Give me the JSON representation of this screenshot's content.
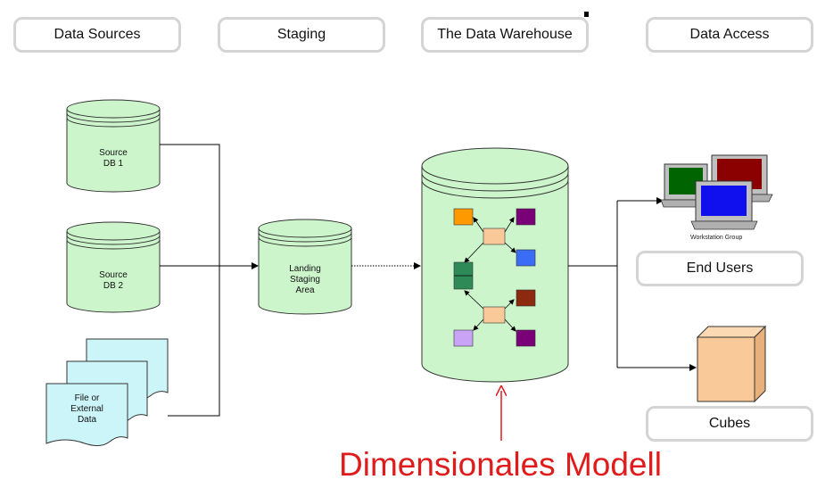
{
  "headers": {
    "sources": "Data Sources",
    "staging": "Staging",
    "warehouse": "The Data Warehouse",
    "access": "Data Access"
  },
  "sources": {
    "db1": [
      "Source",
      "DB 1"
    ],
    "db2": [
      "Source",
      "DB 2"
    ],
    "file": [
      "File or",
      "External",
      "Data"
    ]
  },
  "staging_area": [
    "Landing",
    "Staging",
    "Area"
  ],
  "access": {
    "workstation_group": "Workstation Group",
    "end_users": "End Users",
    "cubes": "Cubes"
  },
  "annotation": "Dimensionales Modell",
  "colors": {
    "db_fill": "#ccf5cc",
    "doc_fill": "#ccf5fa",
    "cube_fill": "#f9c99a",
    "annotation": "#e01b1b",
    "fact_table": "#f9c99a",
    "dim_orange": "#ff9900",
    "dim_purple": "#7a0077",
    "dim_blue": "#3a6cf6",
    "dim_green": "#2e8b57",
    "dim_brown": "#8b2a0e",
    "dim_lavender": "#c9a4f6"
  }
}
